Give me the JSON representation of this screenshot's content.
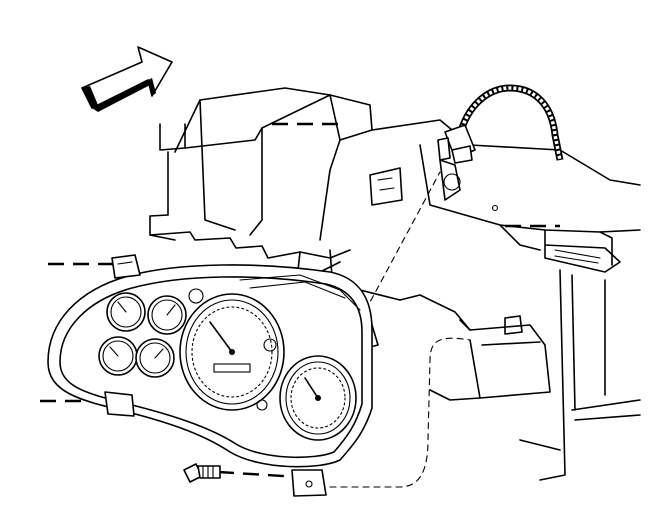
{
  "diagram": {
    "orientation_arrow": "forward-arrow-icon",
    "components": [
      "instrument-panel-carrier",
      "instrument-cluster",
      "cluster-bolt",
      "wiring-harness"
    ]
  },
  "colors": {
    "line": "#000000",
    "background": "#ffffff"
  }
}
